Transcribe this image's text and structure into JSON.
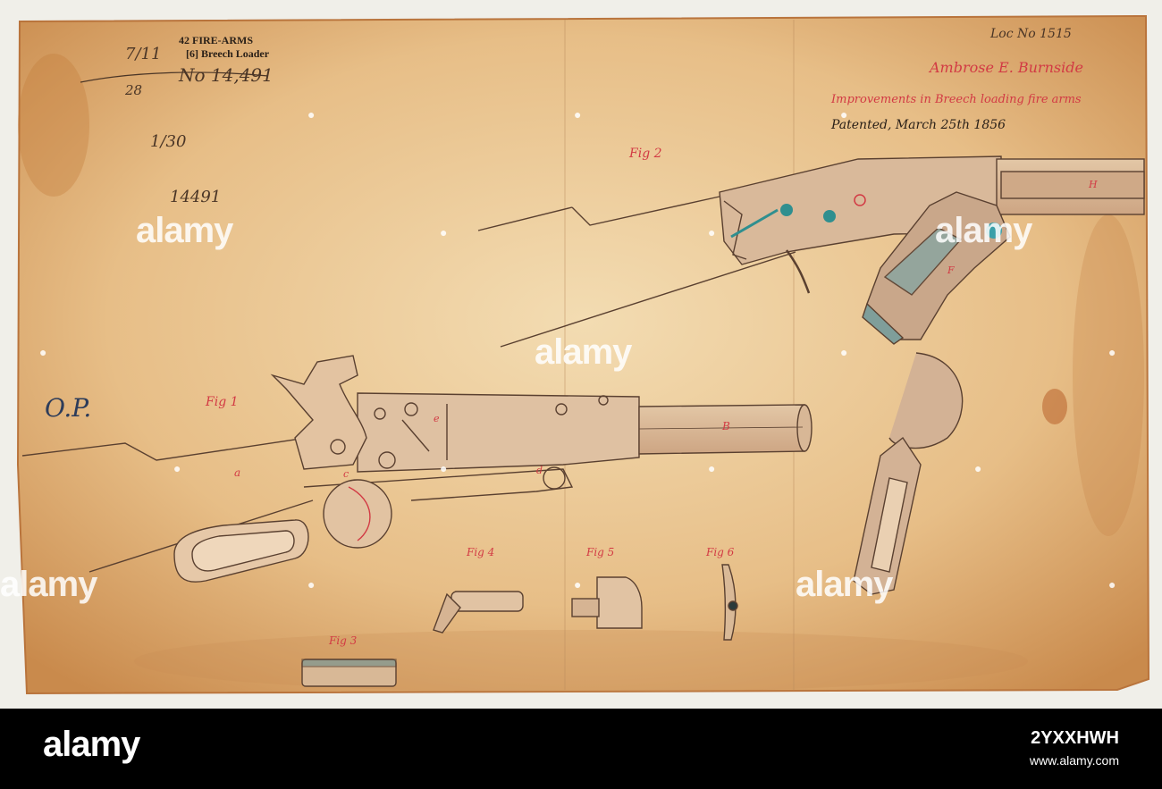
{
  "stamp": {
    "line1": "42 FIRE-ARMS",
    "line2": "[6] Breech Loader"
  },
  "notes": {
    "n1": "7/11",
    "n2": "28",
    "n3": "No 14,491",
    "n4": "1/30",
    "n5": "14491",
    "n6": "O.P.",
    "top_right": "Loc No 1515"
  },
  "title": {
    "inventor": "Ambrose E. Burnside",
    "subject": "Improvements in Breech loading fire arms",
    "patented": "Patented, March 25th 1856"
  },
  "figures": {
    "fig1": "Fig 1",
    "fig2": "Fig 2",
    "fig3": "Fig 3",
    "fig4": "Fig 4",
    "fig5": "Fig 5",
    "fig6": "Fig 6"
  },
  "parts": {
    "a": "a",
    "b": "B",
    "e": "e",
    "d": "d",
    "c": "c",
    "f": "F",
    "h": "H"
  },
  "watermark": {
    "text": "alamy"
  },
  "footer": {
    "logo": "alamy",
    "image_id": "2YXXHWH",
    "url": "www.alamy.com"
  },
  "colors": {
    "paper": "#e9c594",
    "ink": "#4a3526",
    "red_ink": "#d23a44",
    "teal": "#2f8f8f",
    "footer_bg": "#000000"
  }
}
